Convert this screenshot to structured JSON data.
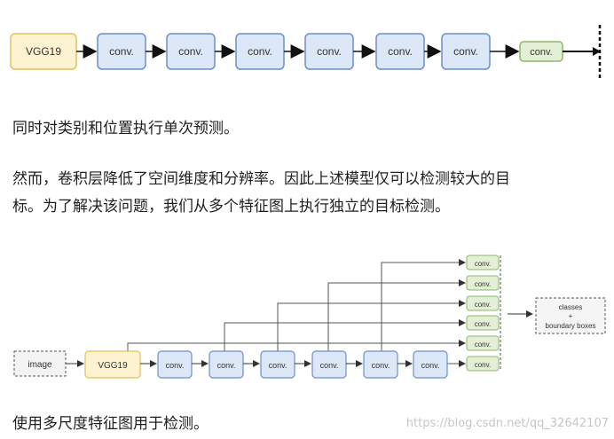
{
  "diagram1": {
    "first_box": "VGG19",
    "conv_boxes": [
      "conv.",
      "conv.",
      "conv.",
      "conv.",
      "conv.",
      "conv."
    ],
    "last_box": "conv."
  },
  "paragraph1": "同时对类别和位置执行单次预测。",
  "paragraph2_line1": "然而，卷积层降低了空间维度和分辨率。因此上述模型仅可以检测较大的目",
  "paragraph2_line2": "标。为了解决该问题，我们从多个特征图上执行独立的目标检测。",
  "diagram2": {
    "image_box": "image",
    "vgg_box": "VGG19",
    "conv_chain": [
      "conv.",
      "conv.",
      "conv.",
      "conv.",
      "conv.",
      "conv."
    ],
    "right_conv": [
      "conv.",
      "conv.",
      "conv.",
      "conv.",
      "conv.",
      "conv."
    ],
    "output_line1": "classes",
    "output_line2": "+",
    "output_line3": "boundary boxes"
  },
  "paragraph3": "使用多尺度特征图用于检测。",
  "watermark": "https://blog.csdn.net/qq_32642107",
  "colors": {
    "vgg_fill": "#fdf3d0",
    "vgg_stroke": "#e0c15c",
    "conv_fill": "#dce7f7",
    "conv_stroke": "#6b8fc9",
    "green_fill": "#e3f0d6",
    "green_stroke": "#8bb86a"
  }
}
